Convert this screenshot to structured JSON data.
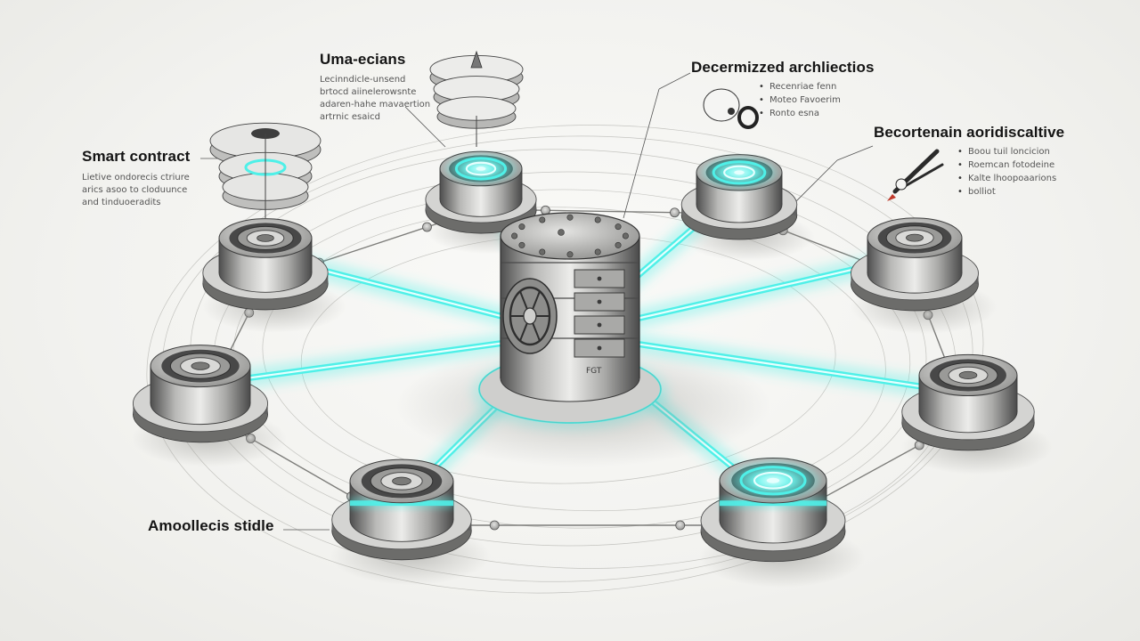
{
  "annotations": {
    "smart_contract": {
      "title": "Smart contract",
      "lines": [
        "Lietive ondorecis ctriure",
        "arics asoo to cloduunce",
        "and tinduoeradits"
      ]
    },
    "uma_ecians": {
      "title": "Uma-ecians",
      "lines": [
        "Lecinndicle-unsend",
        "brtocd aiinelerowsnte",
        "adaren-hahe mavaertion",
        "artrnic esaicd"
      ]
    },
    "decentralized": {
      "title": "Decermizzed archliectios",
      "bullets": [
        "Recenriae fenn",
        "Moteo Favoerim",
        "Ronto esna"
      ]
    },
    "becortenain": {
      "title": "Becortenain aoridiscaltive",
      "bullets": [
        "Boou tuil loncicion",
        "Roemcan fotodeine",
        "Kalte lhoopoaarions",
        "bolliot"
      ]
    },
    "amoollecis": {
      "title": "Amoollecis stidle"
    }
  },
  "vault_label": "FGT",
  "colors": {
    "beam": "#4ff0e8",
    "beam_core": "#e6fffe",
    "metal_dark": "#5c5c5c",
    "metal_light": "#d6d6d4",
    "ring": "#8a8a8a",
    "paper": "#f3f3f1"
  },
  "icons": [
    "vault-safe-icon",
    "node-cylinder-icon",
    "chip-stack-icon",
    "pen-tool-icon",
    "lens-icon"
  ]
}
